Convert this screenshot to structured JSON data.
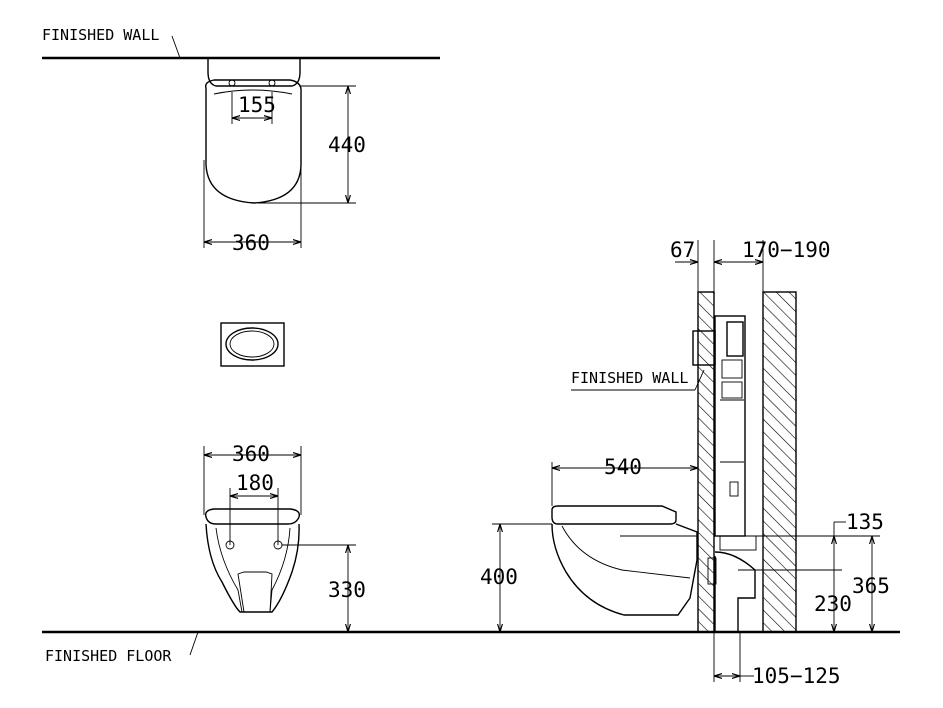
{
  "labels": {
    "finished_wall_top": "FINISHED WALL",
    "finished_wall_side": "FINISHED WALL",
    "finished_floor": "FINISHED FLOOR"
  },
  "dimensions": {
    "top_hole_spacing": "155",
    "top_depth": "440",
    "top_width": "360",
    "front_width": "360",
    "front_hole_spacing": "180",
    "front_height": "330",
    "side_wall_thickness": "67",
    "side_cavity": "170−190",
    "side_length": "540",
    "side_rim_height": "400",
    "side_inlet_offset": "135",
    "side_outlet_height": "230",
    "side_inlet_height": "365",
    "side_bottom_offset": "105−125"
  }
}
